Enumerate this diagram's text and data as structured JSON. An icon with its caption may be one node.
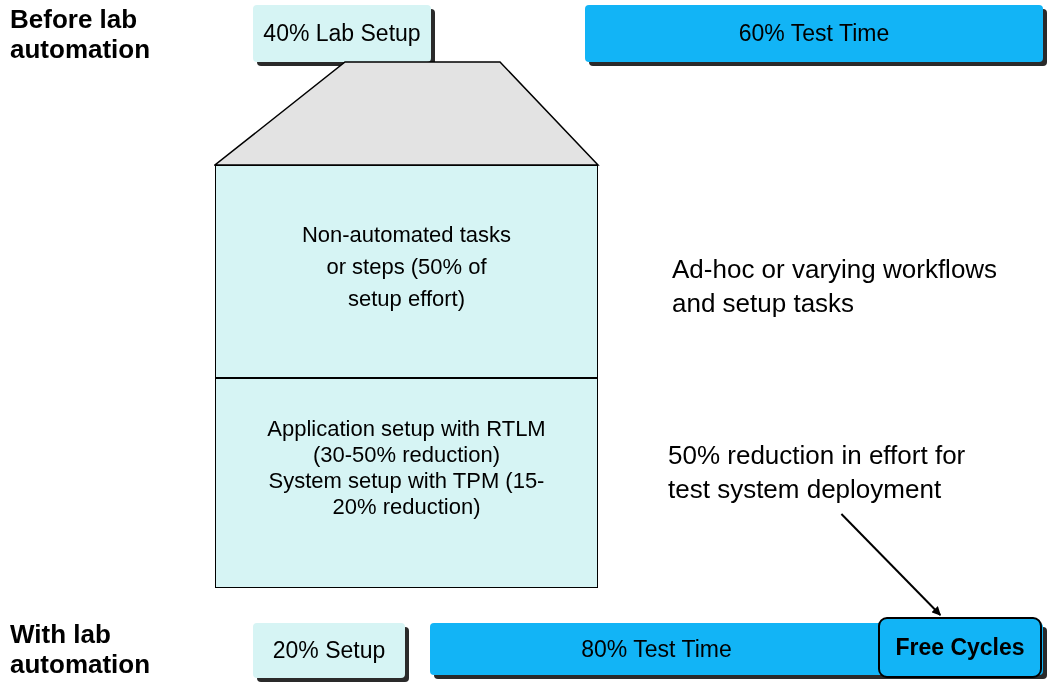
{
  "diagram": {
    "nodes": [
      {
        "text": [
          "40% Lab Setup"
        ]
      },
      {
        "text": [
          "60% Test Time"
        ]
      },
      {
        "text": [],
        "shape": "trapezoid"
      },
      {
        "text": [
          "Non-automated tasks or steps (50% of setup effort)"
        ]
      },
      {
        "text": [
          "Application setup with RTLM (30-50% reduction)",
          "System setup with TPM (15-20% reduction)"
        ]
      },
      {
        "text": [
          "50% reduction in effort for test system deployment"
        ]
      },
      {
        "text": [
          "20% Setup"
        ]
      },
      {
        "text": [
          "80% Test Time"
        ]
      },
      {
        "text": [
          "Free Cycles"
        ],
        "in": 7
      }
    ],
    "edges": [
      {
        "from": 5,
        "to": 8,
        "arrow": "to"
      }
    ],
    "labels": [
      "Before lab automation",
      "Ad-hoc or varying workflows and setup tasks",
      "With lab automation"
    ]
  }
}
